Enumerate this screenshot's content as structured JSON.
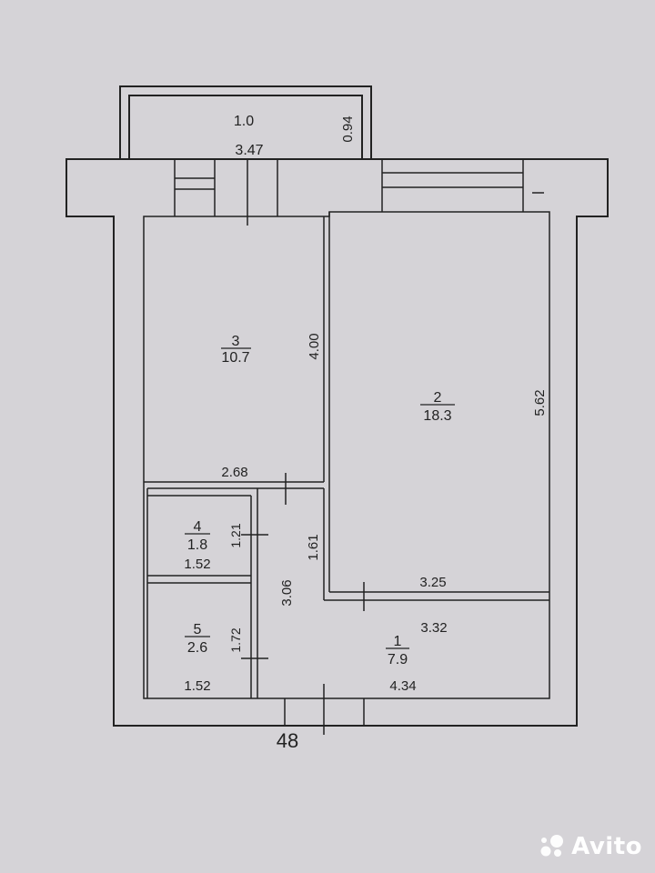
{
  "plan": {
    "rooms": [
      {
        "id": "1.0",
        "label": "1.0"
      },
      {
        "id": "1",
        "number": "1",
        "area": "7.9"
      },
      {
        "id": "2",
        "number": "2",
        "area": "18.3"
      },
      {
        "id": "3",
        "number": "3",
        "area": "10.7"
      },
      {
        "id": "4",
        "number": "4",
        "area": "1.8"
      },
      {
        "id": "5",
        "number": "5",
        "area": "2.6"
      }
    ],
    "dimensions": {
      "balcony_width": "3.47",
      "balcony_depth": "0.94",
      "room3_depth": "4.00",
      "room3_width": "2.68",
      "room2_depth": "5.62",
      "room2_bottom_width": "3.25",
      "room4_height": "1.21",
      "room4_width": "1.52",
      "room5_height": "1.72",
      "room5_width": "1.52",
      "corridor_depth": "3.06",
      "corridor_notch": "1.61",
      "room1_width_top": "3.32",
      "room1_width_bottom": "4.34"
    },
    "entrance_label": "48"
  },
  "watermark": {
    "text": "Avito"
  }
}
